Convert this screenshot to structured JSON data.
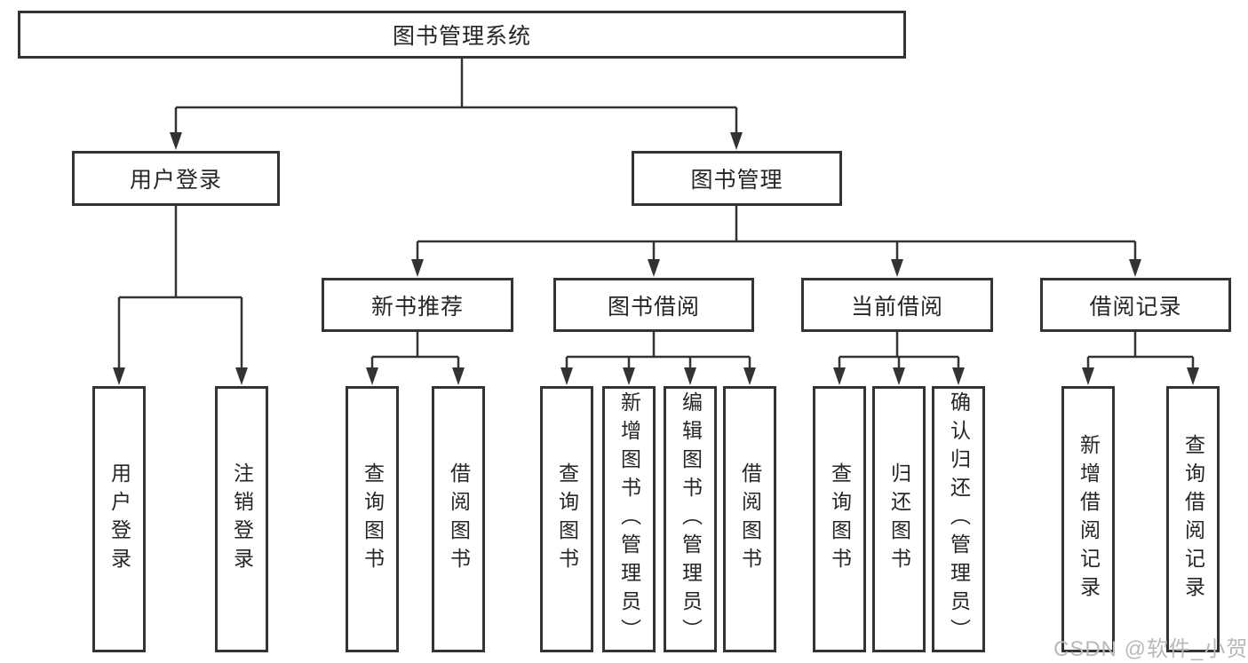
{
  "tree": {
    "label": "图书管理系统",
    "children": [
      {
        "label": "用户登录",
        "children": [
          {
            "label": "用户登录"
          },
          {
            "label": "注销登录"
          }
        ]
      },
      {
        "label": "图书管理",
        "children": [
          {
            "label": "新书推荐",
            "children": [
              {
                "label": "查询图书"
              },
              {
                "label": "借阅图书"
              }
            ]
          },
          {
            "label": "图书借阅",
            "children": [
              {
                "label": "查询图书"
              },
              {
                "label": "新增图书（管理员）"
              },
              {
                "label": "编辑图书（管理员）"
              },
              {
                "label": "借阅图书"
              }
            ]
          },
          {
            "label": "当前借阅",
            "children": [
              {
                "label": "查询图书"
              },
              {
                "label": "归还图书"
              },
              {
                "label": "确认归还（管理员）"
              }
            ]
          },
          {
            "label": "借阅记录",
            "children": [
              {
                "label": "新增借阅记录"
              },
              {
                "label": "查询借阅记录"
              }
            ]
          }
        ]
      }
    ]
  },
  "watermark": "CSDN @软件_小贺同学",
  "colors": {
    "line": "#333333",
    "text": "#262626",
    "background": "#ffffff",
    "watermark": "#b9b9b9"
  }
}
